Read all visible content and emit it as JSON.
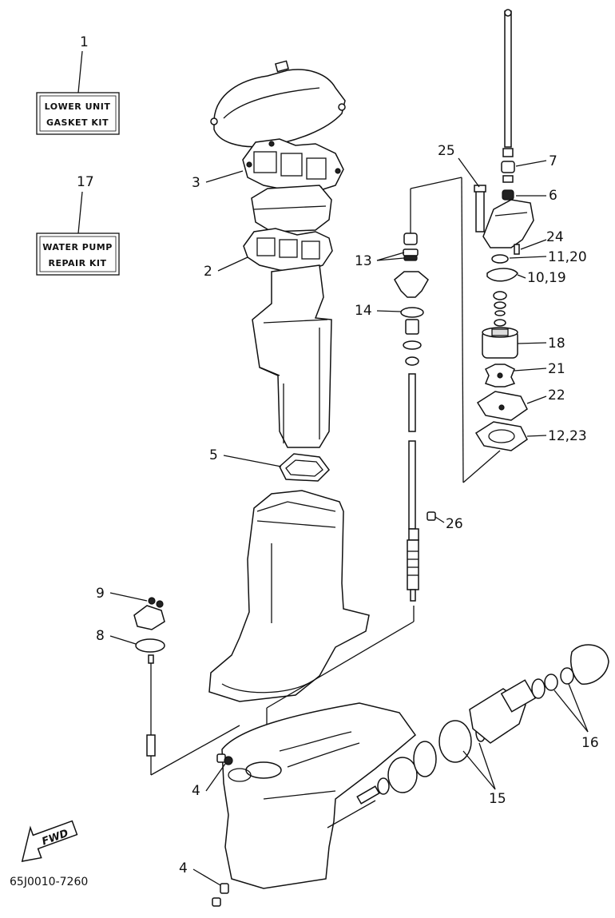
{
  "kits": {
    "lower_unit": {
      "number": "1",
      "line1": "LOWER UNIT",
      "line2": "GASKET KIT"
    },
    "water_pump": {
      "number": "17",
      "line1": "WATER PUMP",
      "line2": "REPAIR KIT"
    }
  },
  "callouts": {
    "c2": "2",
    "c3": "3",
    "c4a": "4",
    "c4b": "4",
    "c5": "5",
    "c6": "6",
    "c7": "7",
    "c8": "8",
    "c9": "9",
    "c10_19": "10,19",
    "c11_20": "11,20",
    "c12_23": "12,23",
    "c13": "13",
    "c14": "14",
    "c15": "15",
    "c16": "16",
    "c18": "18",
    "c21": "21",
    "c22": "22",
    "c24": "24",
    "c25": "25",
    "c26": "26"
  },
  "fwd_label": "FWD",
  "diagram_code": "65J0010-7260"
}
